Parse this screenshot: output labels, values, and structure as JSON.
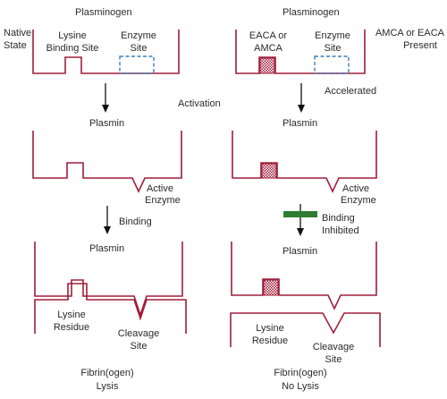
{
  "colors": {
    "outline": "#a01e3a",
    "enzyme_site": "#3b7fb5",
    "arrow": "#111111",
    "inhibitor_bar": "#2e7d32",
    "text": "#2a2a2a",
    "hatch": "#a01e3a"
  },
  "left": {
    "side_label": [
      "Native",
      "State"
    ],
    "top_title": "Plasminogen",
    "lysine_site_label": [
      "Lysine",
      "Binding Site"
    ],
    "enzyme_site_label": [
      "Enzyme",
      "Site"
    ],
    "middle_title": "Plasmin",
    "active_enzyme_label": [
      "Active",
      "Enzyme"
    ],
    "binding_label": "Binding",
    "bottom_title": "Plasmin",
    "lysine_residue_label": [
      "Lysine",
      "Residue"
    ],
    "cleavage_site_label": [
      "Cleavage",
      "Site"
    ],
    "result_label": [
      "Fibrin(ogen)",
      "Lysis"
    ]
  },
  "center": {
    "activation_label": "Activation"
  },
  "right": {
    "side_label": [
      "AMCA or EACA",
      "Present"
    ],
    "top_title": "Plasminogen",
    "inhibitor_site_label": [
      "EACA or",
      "AMCA"
    ],
    "enzyme_site_label": [
      "Enzyme",
      "Site"
    ],
    "accelerated_label": "Accelerated",
    "middle_title": "Plasmin",
    "active_enzyme_label": [
      "Active",
      "Enzyme"
    ],
    "binding_inhibited_label": [
      "Binding",
      "Inhibited"
    ],
    "bottom_title": "Plasmin",
    "lysine_residue_label": [
      "Lysine",
      "Residue"
    ],
    "cleavage_site_label": [
      "Cleavage",
      "Site"
    ],
    "result_label": [
      "Fibrin(ogen)",
      "No Lysis"
    ]
  }
}
